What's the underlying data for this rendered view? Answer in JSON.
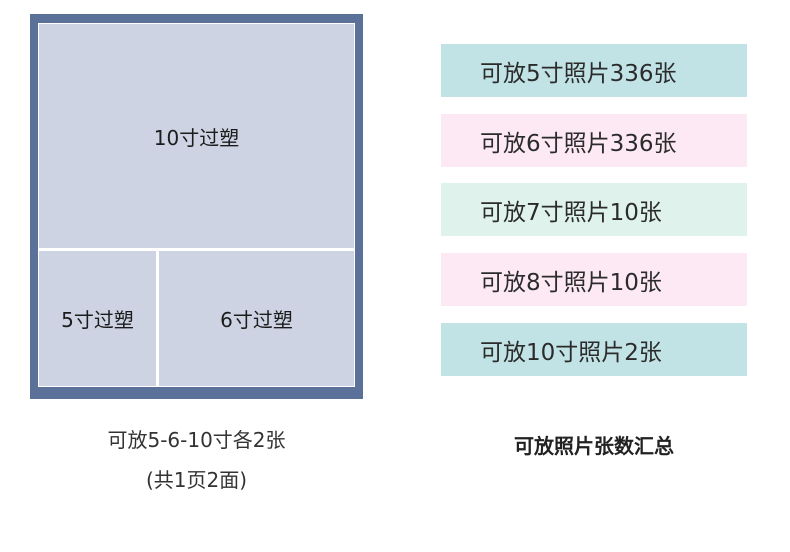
{
  "album": {
    "slots": {
      "ten": "10寸过塑",
      "five": "5寸过塑",
      "six": "6寸过塑"
    },
    "caption_line1": "可放5-6-10寸各2张",
    "caption_line2": "(共1页2面)",
    "colors": {
      "frame": "#5b7199",
      "slot": "#cdd3e3"
    }
  },
  "summary": {
    "items": [
      {
        "label": "可放5寸照片336张",
        "color": "#c1e3e6"
      },
      {
        "label": "可放6寸照片336张",
        "color": "#fce9f3"
      },
      {
        "label": "可放7寸照片10张",
        "color": "#dff3ec"
      },
      {
        "label": "可放8寸照片10张",
        "color": "#fce9f3"
      },
      {
        "label": "可放10寸照片2张",
        "color": "#c1e3e6"
      }
    ],
    "title": "可放照片张数汇总"
  }
}
